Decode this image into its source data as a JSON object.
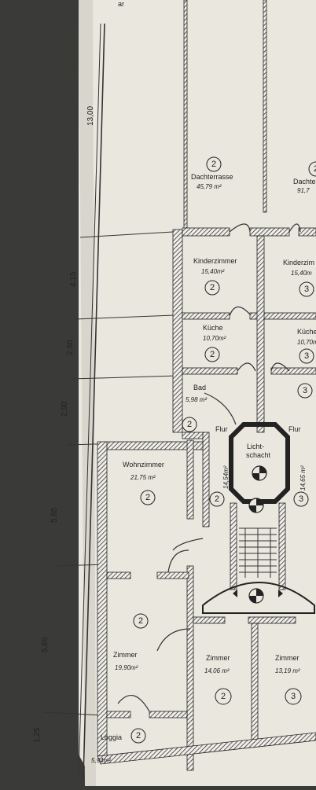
{
  "header": {
    "scribble": "ar"
  },
  "dimensions": [
    "13,00",
    "4,15",
    "2,50",
    "2,90",
    "5,65",
    "5,65",
    "1,25"
  ],
  "rooms": {
    "dachterrasse_left": {
      "name": "Dachterrasse",
      "area": "45,79 m²",
      "unit": "2"
    },
    "dachterrasse_right": {
      "name": "Dachte",
      "area": "91,7",
      "unit": "2"
    },
    "kinderzimmer_left": {
      "name": "Kinderzimmer",
      "area": "15,40m²",
      "unit": "2"
    },
    "kinderzimmer_right": {
      "name": "Kinderzim",
      "area": "15,40m",
      "unit": "3"
    },
    "kueche_left": {
      "name": "Küche",
      "area": "10,70m²",
      "unit": "2"
    },
    "kueche_right": {
      "name": "Küche",
      "area": "10,70m",
      "unit": "3"
    },
    "bad_left": {
      "name": "Bad",
      "area": "5,98 m²",
      "unit": "2"
    },
    "bad_right": {
      "unit": "3"
    },
    "flur_left": {
      "name": "Flur",
      "area": "14,54m²",
      "unit": "2"
    },
    "flur_right": {
      "name": "Flur",
      "area": "14,65 m²",
      "unit": "3"
    },
    "lichtschacht": {
      "name1": "Licht-",
      "name2": "schacht"
    },
    "wohnzimmer": {
      "name": "Wohnzimmer",
      "area": "21,75 m²",
      "unit": "2"
    },
    "zimmer_left": {
      "name": "Zimmer",
      "area": "19,90m²",
      "unit": "2"
    },
    "zimmer_mid": {
      "name": "Zimmer",
      "area": "14,06 m²",
      "unit": "2"
    },
    "zimmer_right": {
      "name": "Zimmer",
      "area": "13,19 m²",
      "unit": "3"
    },
    "loggia": {
      "name": "Loggia",
      "area": "5,94m²",
      "unit": "2"
    }
  },
  "colors": {
    "paper": "#eae7df",
    "ink": "#2a2a2a",
    "background": "#3a3a38"
  }
}
